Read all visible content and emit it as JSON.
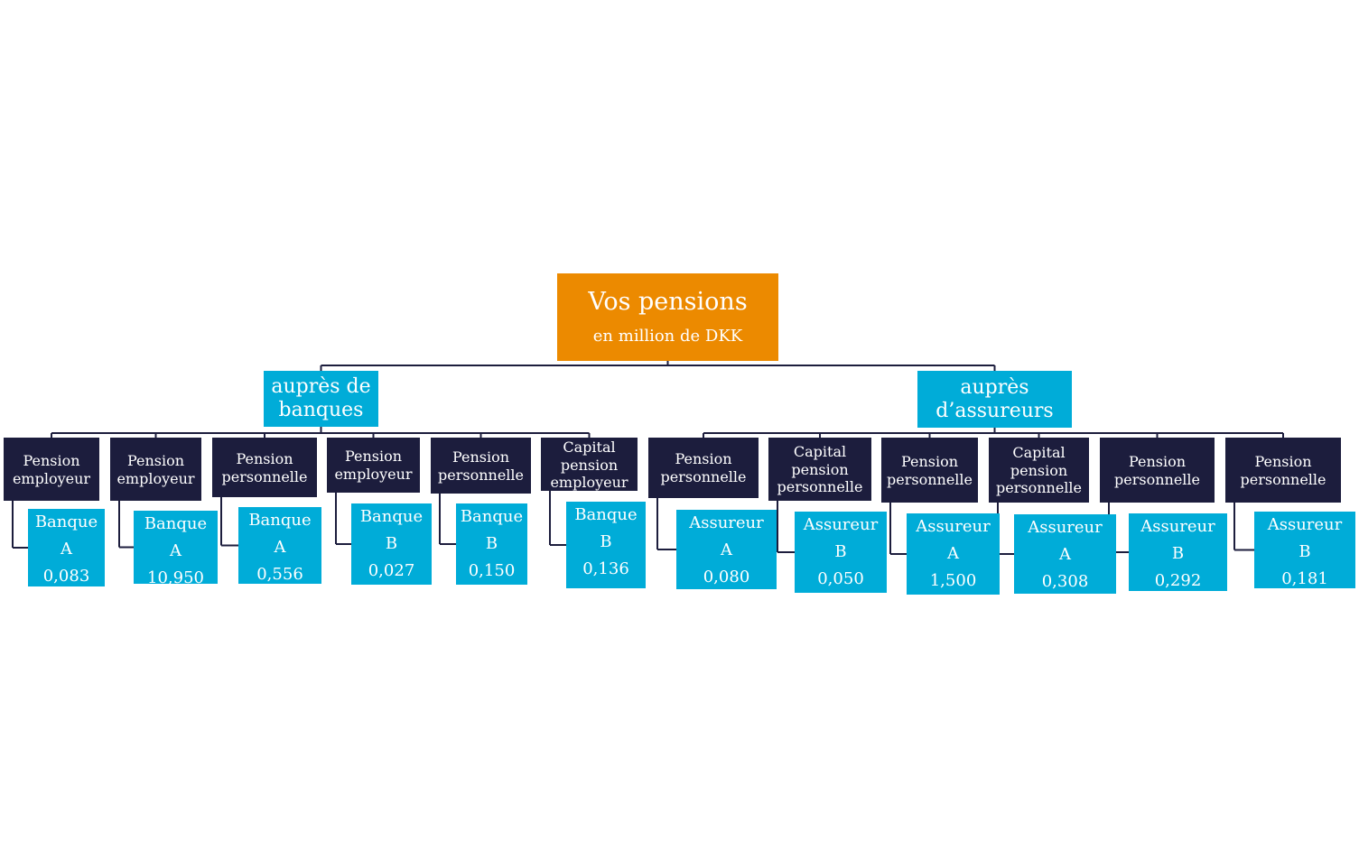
{
  "root": {
    "title": "Vos pensions",
    "subtitle": "en million de DKK"
  },
  "groups": [
    {
      "label": "auprès de banques"
    },
    {
      "label": "auprès d’assureurs"
    }
  ],
  "categories": [
    {
      "line1": "Pension",
      "line2": "employeur",
      "line3": ""
    },
    {
      "line1": "Pension",
      "line2": "employeur",
      "line3": ""
    },
    {
      "line1": "Pension",
      "line2": "personnelle",
      "line3": ""
    },
    {
      "line1": "Pension",
      "line2": "employeur",
      "line3": ""
    },
    {
      "line1": "Pension",
      "line2": "personnelle",
      "line3": ""
    },
    {
      "line1": "Capital",
      "line2": "pension",
      "line3": "employeur"
    },
    {
      "line1": "Pension",
      "line2": "personnelle",
      "line3": ""
    },
    {
      "line1": "Capital",
      "line2": "pension",
      "line3": "personnelle"
    },
    {
      "line1": "Pension",
      "line2": "personnelle",
      "line3": ""
    },
    {
      "line1": "Capital",
      "line2": "pension",
      "line3": "personnelle"
    },
    {
      "line1": "Pension",
      "line2": "personnelle",
      "line3": ""
    },
    {
      "line1": "Pension",
      "line2": "personnelle",
      "line3": ""
    }
  ],
  "leaves": [
    {
      "institution": "Banque",
      "letter": "A",
      "value": "0,083"
    },
    {
      "institution": "Banque",
      "letter": "A",
      "value": "10,950"
    },
    {
      "institution": "Banque",
      "letter": "A",
      "value": "0,556"
    },
    {
      "institution": "Banque",
      "letter": "B",
      "value": "0,027"
    },
    {
      "institution": "Banque",
      "letter": "B",
      "value": "0,150"
    },
    {
      "institution": "Banque",
      "letter": "B",
      "value": "0,136"
    },
    {
      "institution": "Assureur",
      "letter": "A",
      "value": "0,080"
    },
    {
      "institution": "Assureur",
      "letter": "B",
      "value": "0,050"
    },
    {
      "institution": "Assureur",
      "letter": "A",
      "value": "1,500"
    },
    {
      "institution": "Assureur",
      "letter": "A",
      "value": "0,308"
    },
    {
      "institution": "Assureur",
      "letter": "B",
      "value": "0,292"
    },
    {
      "institution": "Assureur",
      "letter": "B",
      "value": "0,181"
    }
  ],
  "colors": {
    "root": "#ec8a00",
    "group": "#00acd8",
    "category": "#1c1d3d",
    "leaf": "#00acd8",
    "connector": "#1c1d3d"
  }
}
